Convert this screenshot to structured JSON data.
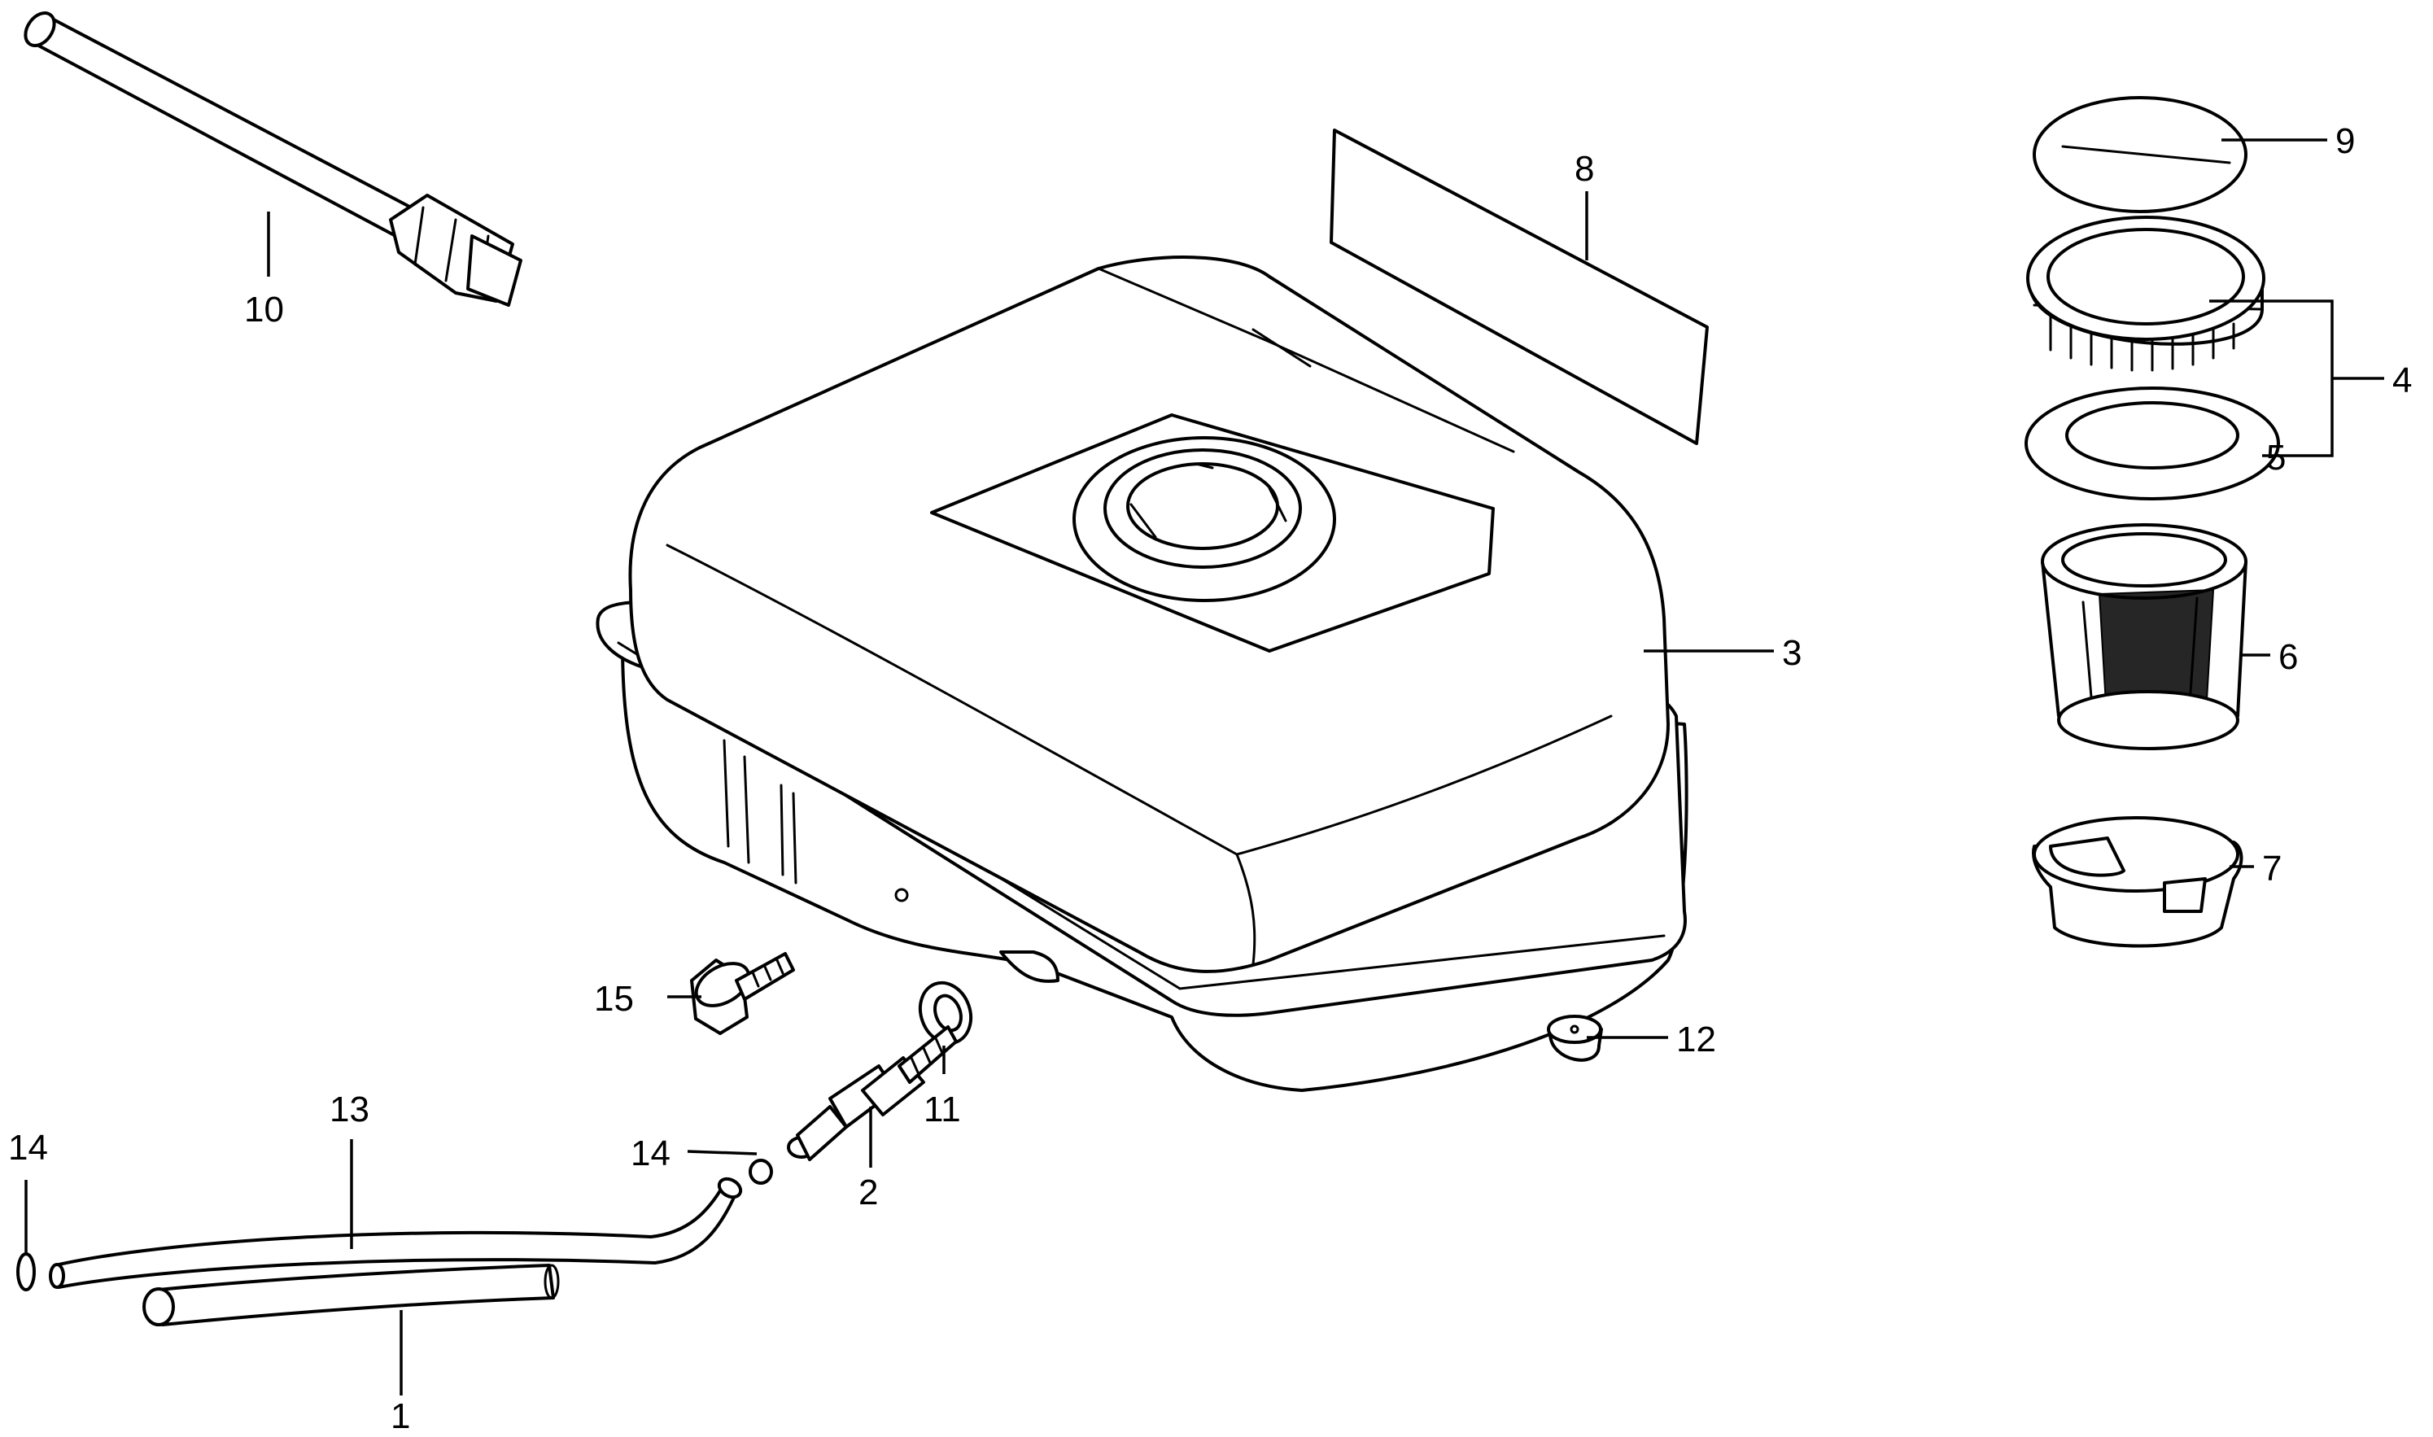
{
  "diagram": {
    "callouts": [
      "1",
      "2",
      "3",
      "4",
      "5",
      "6",
      "7",
      "8",
      "9",
      "10",
      "11",
      "12",
      "13",
      "14",
      "14",
      "15"
    ],
    "colors": {
      "line": "#000000",
      "background": "#ffffff"
    }
  }
}
